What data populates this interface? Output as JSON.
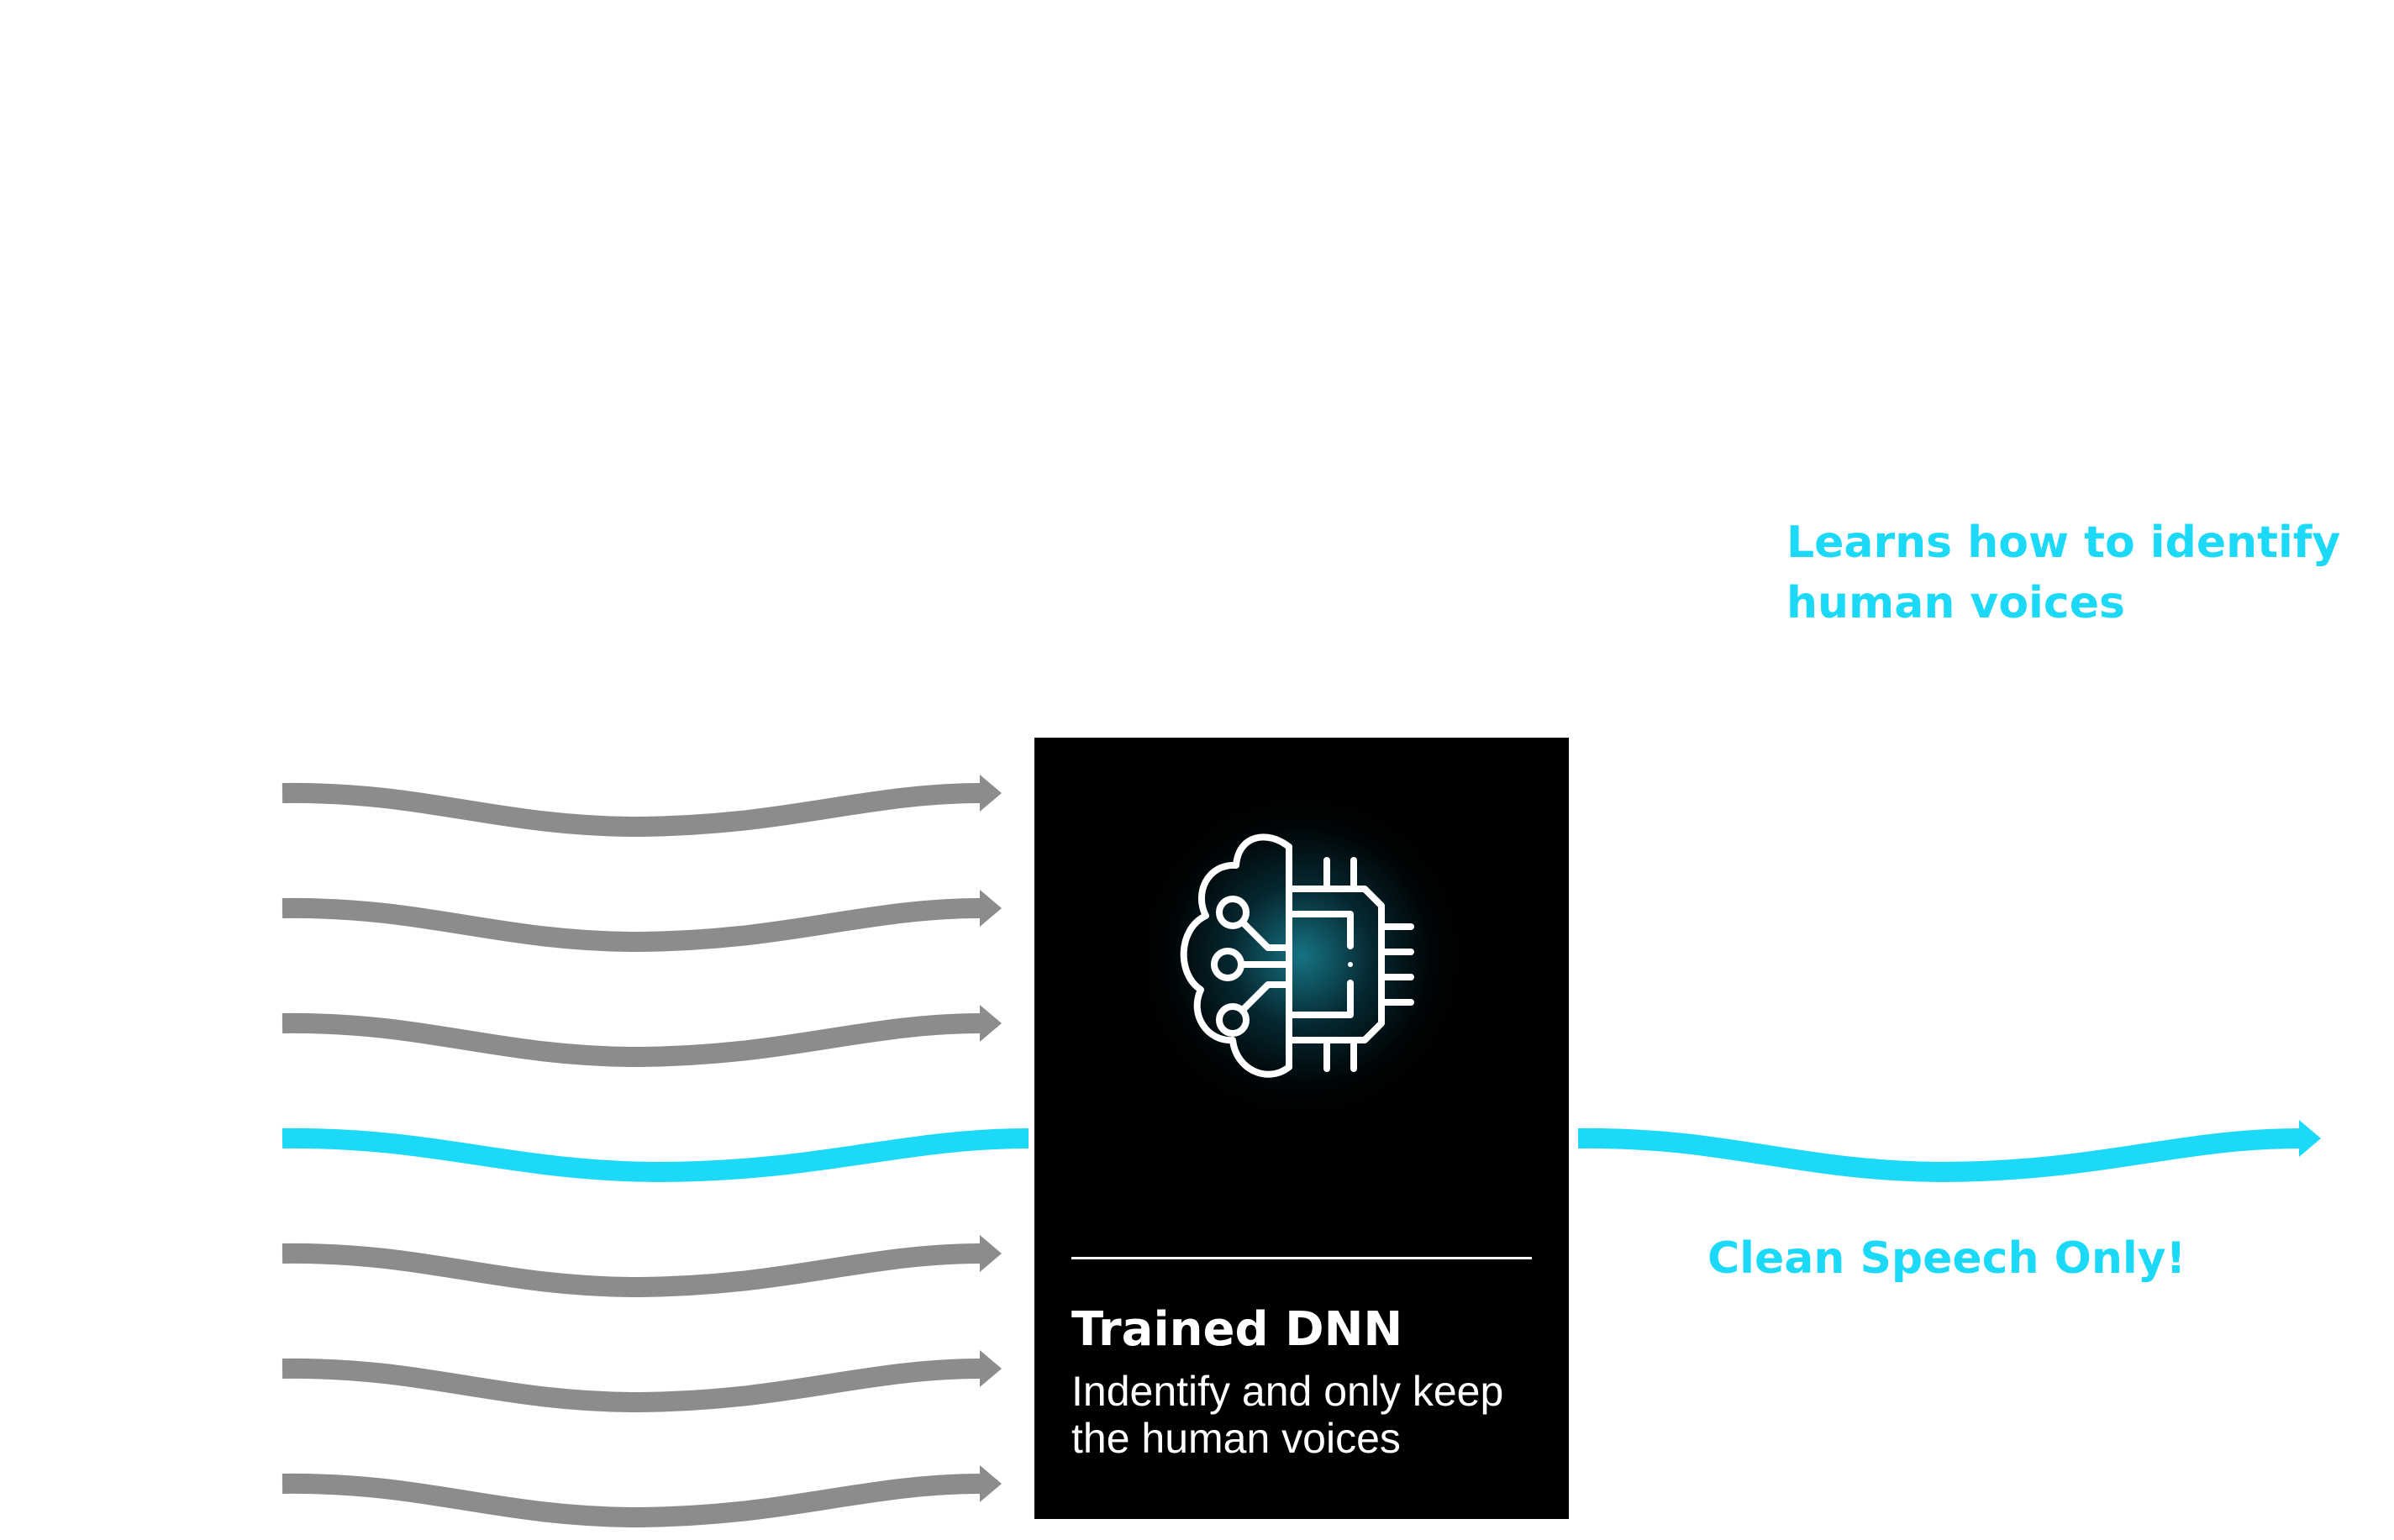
{
  "annotations": {
    "learns_line1": "Learns how to identify",
    "learns_line2": "human voices",
    "clean_speech": "Clean Speech Only!"
  },
  "dnn": {
    "title": "Trained DNN",
    "desc_line1": "Indentify and only keep",
    "desc_line2": "the human voices",
    "icon": "brain-chip-icon"
  },
  "inputs": {
    "noise_count": 6,
    "speech_count": 1
  },
  "colors": {
    "accent": "#1cd9f7",
    "noise": "#8c8c8c",
    "box": "#000000",
    "text_on_box": "#ffffff"
  }
}
